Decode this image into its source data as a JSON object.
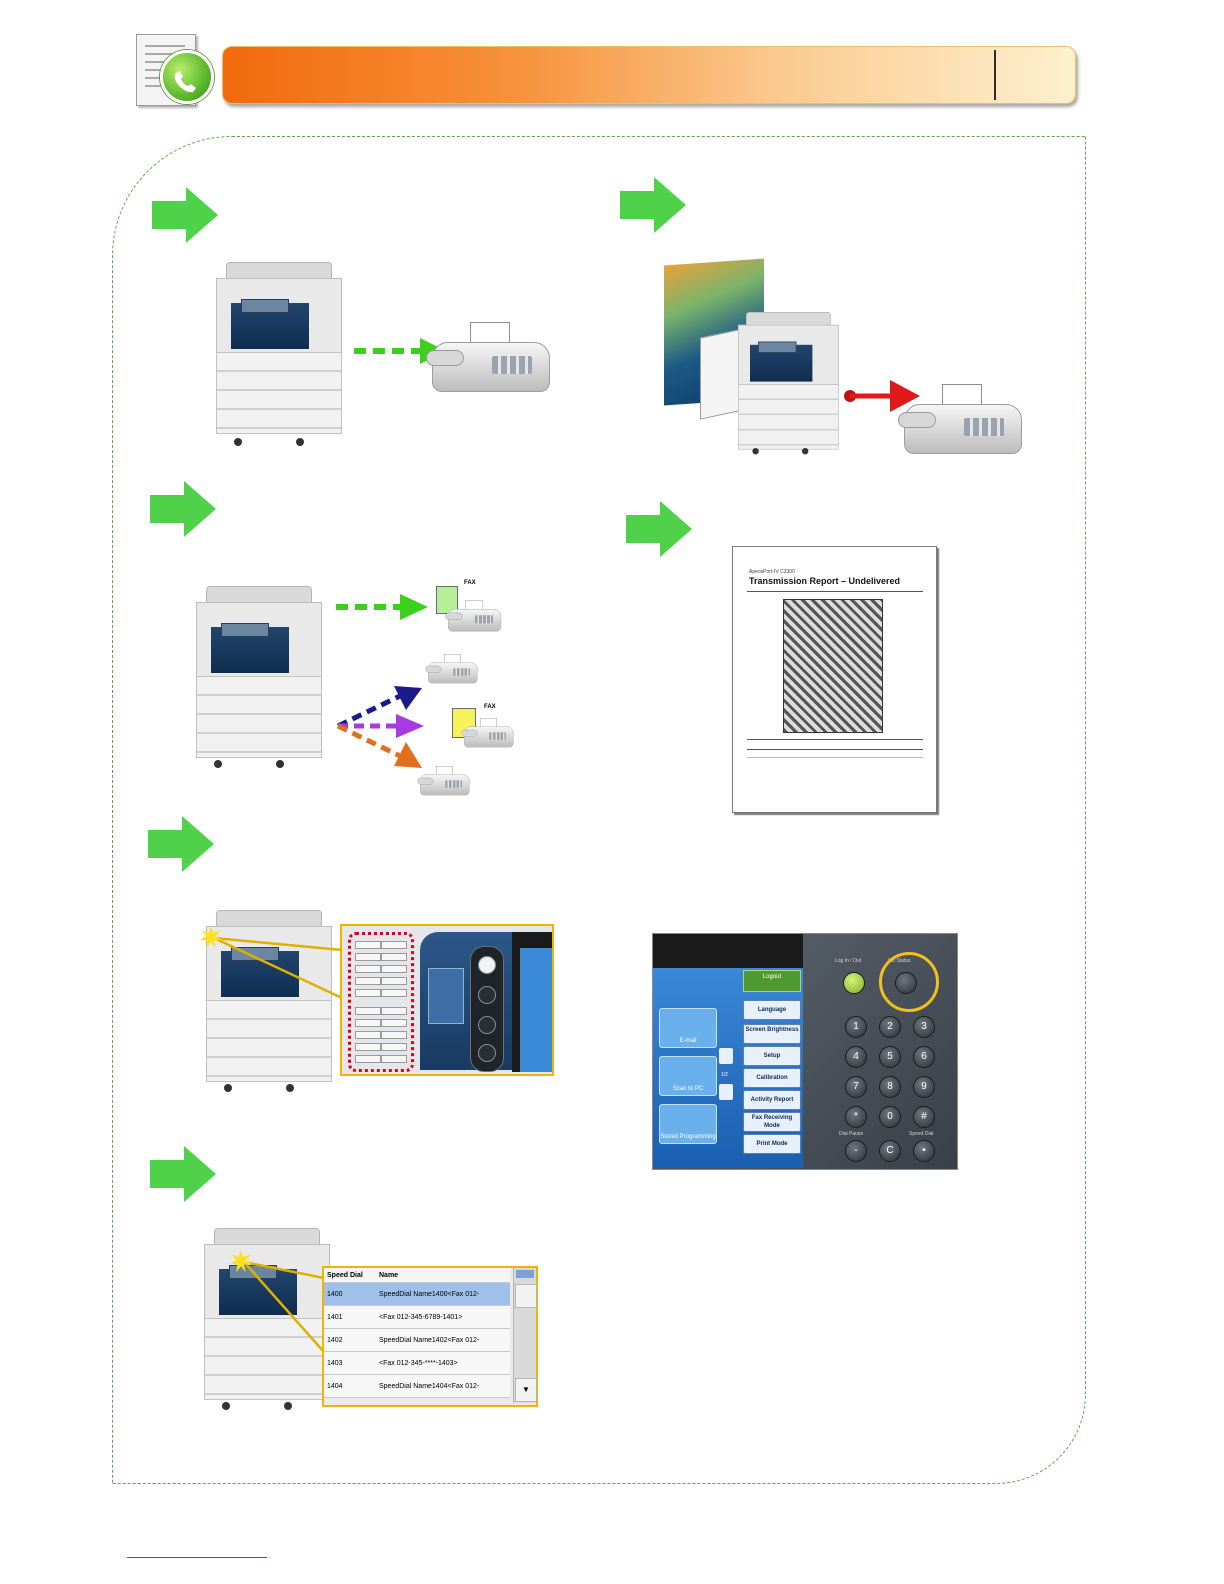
{
  "colors": {
    "header_start": "#f26a0c",
    "header_end": "#fdf1cf",
    "frame_border": "#5aa84a",
    "step_arrow": "#4fd24a",
    "highlight": "#f0b400",
    "speed_button_marker": "#e0001a",
    "send_arrow_green": "#3ccf1e",
    "error_arrow": "#e01a1a"
  },
  "icons": {
    "header": "document-phone-icon",
    "step": "right-arrow-icon"
  },
  "report": {
    "subtitle": "ApeosPort-IV C3300",
    "title": "Transmission Report – Undelivered"
  },
  "fax_labels": {
    "first": "FAX",
    "second": "FAX"
  },
  "speed_dial_table": {
    "headers": [
      "Speed Dial",
      "Name"
    ],
    "rows": [
      {
        "dial": "1400",
        "name": "SpeedDial Name1400<Fax 012-"
      },
      {
        "dial": "1401",
        "name": "<Fax 012-345-6789-1401>"
      },
      {
        "dial": "1402",
        "name": "SpeedDial Name1402<Fax 012-"
      },
      {
        "dial": "1403",
        "name": "<Fax 012-345-****-1403>"
      },
      {
        "dial": "1404",
        "name": "SpeedDial Name1404<Fax 012-"
      }
    ],
    "scroll_down": "▼"
  },
  "control_panel": {
    "logout": "Logout",
    "tiles": [
      "E-mail",
      "Scan to PC",
      "Stored Programming"
    ],
    "page_indicator": "1/2",
    "menu": [
      "Language",
      "Screen Brightness",
      "Setup",
      "Calibration",
      "Activity Report",
      "Fax Receiving Mode",
      "Print Mode"
    ],
    "top_labels": [
      "Log In / Out",
      "Job Status"
    ],
    "bottom_labels": [
      "Dial Pause",
      "Speed Dial"
    ],
    "keys": [
      "1",
      "2",
      "3",
      "4",
      "5",
      "6",
      "7",
      "8",
      "9",
      "*",
      "0",
      "#",
      "-",
      "C",
      "•"
    ]
  }
}
